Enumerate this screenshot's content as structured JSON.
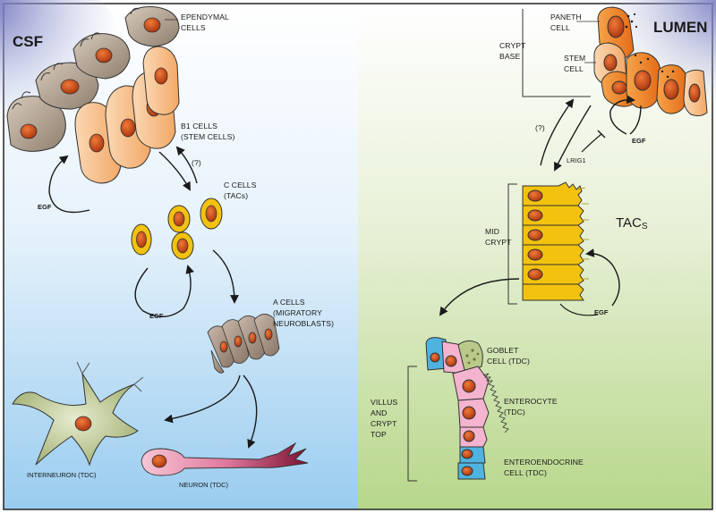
{
  "left": {
    "csf": "CSF",
    "ependymal": [
      "EPENDYMAL",
      "CELLS"
    ],
    "b1": [
      "B1 CELLS",
      "(STEM CELLS)"
    ],
    "c_cells": [
      "C CELLS",
      "(TACs)"
    ],
    "question": "(?)",
    "egf_top": "EGF",
    "egf_bottom": "EGF",
    "a_cells": [
      "A CELLS",
      "(MIGRATORY",
      "NEUROBLASTS)"
    ],
    "interneuron": "INTERNEURON (TDC)",
    "neuron": "NEURON (TDC)"
  },
  "right": {
    "lumen": "LUMEN",
    "paneth": [
      "PANETH",
      "CELL"
    ],
    "stem": [
      "STEM",
      "CELL"
    ],
    "crypt_base": [
      "CRYPT",
      "BASE"
    ],
    "question": "(?)",
    "egf_top": "EGF",
    "lrig1": "LRIG1",
    "mid_crypt": [
      "MID",
      "CRYPT"
    ],
    "tacs_main": "TAC",
    "tacs_sub": "S",
    "egf_mid": "EGF",
    "goblet": [
      "GOBLET",
      "CELL (TDC)"
    ],
    "enterocyte": [
      "ENTEROCYTE",
      "(TDC)"
    ],
    "villus": [
      "VILLUS",
      "AND",
      "CRYPT",
      "TOP"
    ],
    "enteroendocrine": [
      "ENTEROENDOCRINE",
      "CELL (TDC)"
    ]
  },
  "colors": {
    "left_bg_top": "#ffffff",
    "left_bg_bottom": "#9fd0f0",
    "right_bg_top": "#ffffff",
    "right_bg_bottom": "#b9d88c",
    "csf_blob": "#8d90c8",
    "stem_cell": "#f8c79a",
    "tac_yellow": "#f2c20f",
    "nucleus": "#d8541a",
    "goblet": "#b8c98a",
    "enterocyte": "#f4b3cf",
    "enteroendocrine": "#4fb3e0"
  }
}
